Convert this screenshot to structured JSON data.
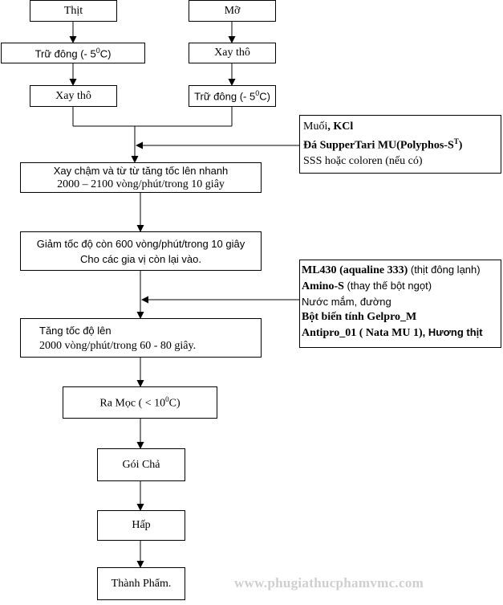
{
  "nodes": {
    "thit": "Thịt",
    "mo": "Mỡ",
    "tru_dong_left": {
      "text": "Trữ đông (- 5",
      "sup": "0",
      "unit": "C)"
    },
    "xay_tho_right": "Xay thô",
    "xay_tho_left": "Xay thô",
    "tru_dong_right": {
      "text": "Trữ đông (- 5",
      "sup": "0",
      "unit": "C)"
    },
    "xay_cham": [
      "Xay chậm và từ từ tăng tốc lên nhanh",
      "2000 – 2100 vòng/phút/trong 10 giây"
    ],
    "giam_toc": [
      "Giảm tốc độ còn 600 vòng/phút/trong 10 giây",
      "Cho các gia vị còn lại vào."
    ],
    "tang_toc": [
      "Tăng tốc độ lên",
      "2000 vòng/phút/trong 60 - 80 giây."
    ],
    "ra_moc": {
      "text": "Ra Mọc ( < 10",
      "sup": "0",
      "unit": "C)"
    },
    "goi_cha": "Gói Chả",
    "hap": "Hấp",
    "thanh_pham": "Thành Phẩm."
  },
  "side1": {
    "l1_a": "Muối",
    "l1_b": ", KCl",
    "l2_a": "Đá SupperTari MU(Polyphos-S",
    "l2_sup": "T",
    "l2_b": ")",
    "l3": "SSS hoặc coloren (nếu có)"
  },
  "side2": {
    "l1_a": "ML430",
    "l1_b": " (aqualine 333)",
    "l1_c": " (thịt đông lạnh)",
    "l2_a": "Amino-S",
    "l2_b": " (thay thế bột ngọt)",
    "l3": "Nước mắm, đường",
    "l4": "Bột biến tính Gelpro_M",
    "l5_a": "Antipro_01 ( Nata MU 1)",
    "l5_b": ", Hương thịt"
  },
  "watermark": "www.phugiathucphamvmc.com"
}
